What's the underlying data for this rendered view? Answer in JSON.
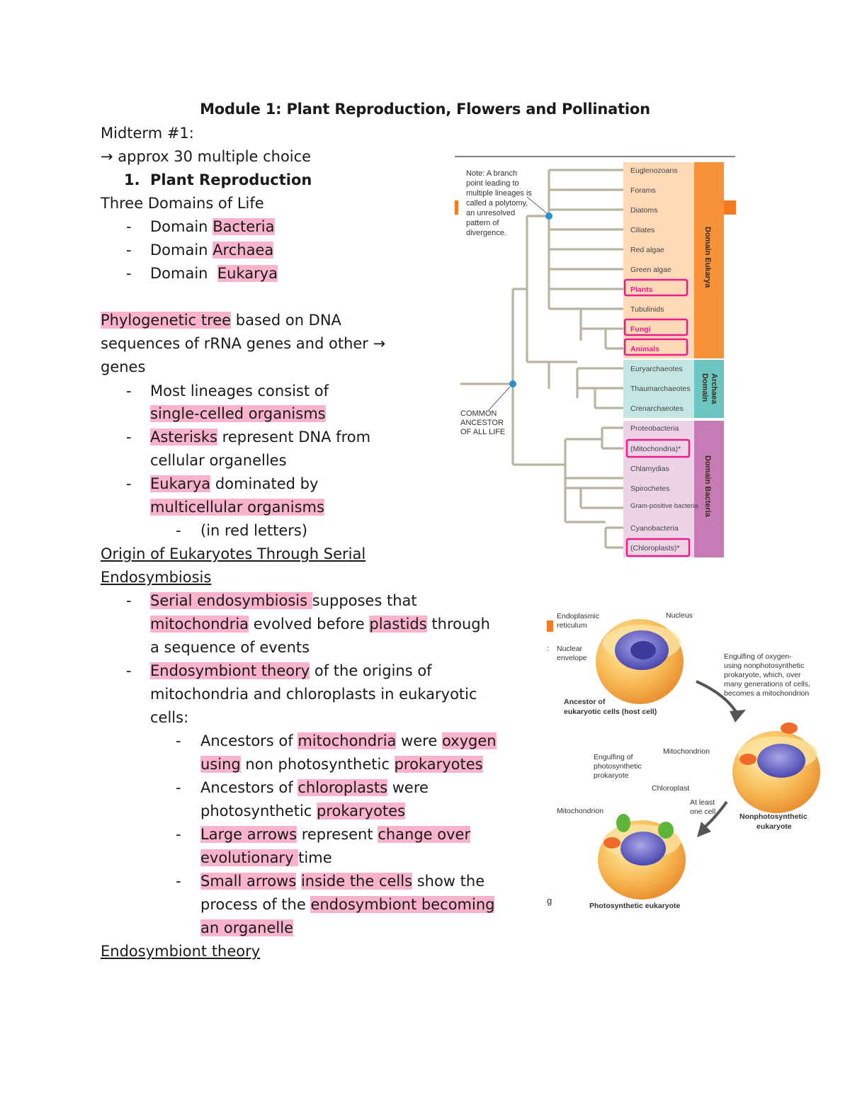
{
  "doc": {
    "title": "Module 1: Plant Reproduction, Flowers and Pollination",
    "midterm": "Midterm #1:",
    "approx": "→ approx 30 multiple choice",
    "section1_num": "1.",
    "section1": "Plant Reproduction",
    "three_domains": "Three Domains of Life",
    "domain_word": "Domain",
    "bacteria": "Bacteria",
    "archaea": "Archaea",
    "eukarya": "Eukarya",
    "phylo_hl": "Phylogenetic tree",
    "phylo_rest": " based on DNA",
    "phylo_line2": "sequences  of rRNA genes and other →",
    "phylo_line3": "genes",
    "most_lineages": "Most lineages consist of",
    "single_celled": "single-celled organisms",
    "asterisks": "Asterisks",
    "asterisks_rest": " represent DNA from",
    "cellular_organelles": "cellular organelles",
    "eukarya_dominated": " dominated by",
    "multicellular": "multicellular organisms",
    "in_red": "(in red letters)",
    "origin_line1": "Origin of Eukaryotes Through Serial",
    "origin_line2": "Endosymbiosis",
    "serial_hl": "Serial endosymbiosis ",
    "serial_rest": "supposes that",
    "mito_hl": "mitochondria",
    "evolved_before": " evolved before ",
    "plastids_hl": "plastids",
    "through": " through",
    "sequence_events": "a sequence of events",
    "endo_theory_hl": "Endosymbiont theory",
    "endo_theory_rest": " of the origins of",
    "mito_chloro_line": "mitochondria and chloroplasts in eukaryotic",
    "cells_colon": "cells:",
    "ancestors_of": "Ancestors of ",
    "were": " were ",
    "oxygen_hl": "oxygen",
    "using_hl": "using",
    "non_photo": " non photosynthetic ",
    "prokaryotes_hl": "prokaryotes",
    "chloroplasts_hl": "chloroplasts",
    "were2": " were",
    "photosynthetic": "photosynthetic ",
    "large_arrows_hl": "Large arrows",
    "represent": " represent ",
    "change_over_hl": "change over",
    "evolutionary_hl": "evolutionary ",
    "time": "time",
    "small_arrows_hl": "Small arrows",
    "inside_cells_hl": "inside the cells",
    "show_the": " show the",
    "process_of": "process of the ",
    "endo_becoming_hl": "endosymbiont becoming",
    "an_organelle_hl": "an organelle",
    "endo_theory_heading": "Endosymbiont theory",
    "dash": "-"
  },
  "tree": {
    "note": [
      "Note: A branch",
      "point leading to",
      "multiple lineages is",
      "called a polytomy,",
      "an unresolved",
      "pattern of",
      "divergence."
    ],
    "common_ancestor": [
      "COMMON",
      "ANCESTOR",
      "OF ALL LIFE"
    ],
    "eukarya_taxa": [
      "Euglenozoans",
      "Forams",
      "Diatoms",
      "Ciliates",
      "Red algae",
      "Green algae",
      "Plants",
      "Tubulinids",
      "Fungi",
      "Animals"
    ],
    "archaea_taxa": [
      "Euryarchaeotes",
      "Thaumarchaeotes",
      "Crenarchaeotes"
    ],
    "bacteria_taxa": [
      "Proteobacteria",
      "(Mitochondria)*",
      "Chlamydias",
      "Spirochetes",
      "Gram-positive bacteria",
      "Cyanobacteria",
      "(Chloroplasts)*"
    ],
    "domain_eukarya": "Domain Eukarya",
    "domain_archaea_1": "Domain",
    "domain_archaea_2": "Archaea",
    "domain_bacteria": "Domain Bacteria",
    "colors": {
      "eukarya": "#f7923a",
      "eukarya_bg": "#fdd9b8",
      "archaea": "#6cc5c0",
      "archaea_bg": "#c4e6e3",
      "bacteria": "#c67bb4",
      "bacteria_bg": "#ecd3e6",
      "branch": "#b8b4a0",
      "node": "#2b8fd0",
      "highlight": "#ec1c8c"
    }
  },
  "cells": {
    "er": [
      "Endoplasmic",
      "reticulum"
    ],
    "nucleus": "Nucleus",
    "nuclear_env": [
      "Nuclear",
      "envelope"
    ],
    "ancestor": [
      "Ancestor of",
      "eukaryotic cells (host cell)"
    ],
    "engulf_oxygen": [
      "Engulfing of oxygen-",
      "using nonphotosynthetic",
      "prokaryote, which, over",
      "many generations of cells,",
      "becomes a mitochondrion"
    ],
    "mitochondrion1": "Mitochondrion",
    "engulf_photo": [
      "Engulfing of",
      "photosynthetic",
      "prokaryote"
    ],
    "chloroplast": "Chloroplast",
    "at_least": [
      "At least",
      "one cell"
    ],
    "nonphoto": [
      "Nonphotosynthetic",
      "eukaryote"
    ],
    "mitochondrion2": "Mitochondrion",
    "photo_euk": "Photosynthetic eukaryote",
    "stray_colon": ":",
    "stray_g": "g"
  }
}
